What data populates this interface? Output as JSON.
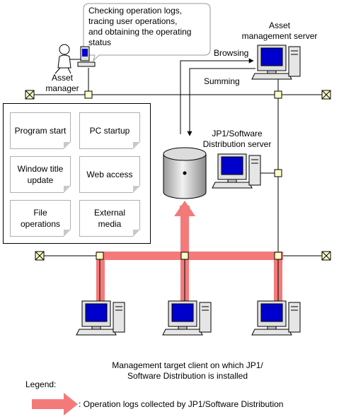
{
  "callout_text": [
    "Checking operation logs,",
    "tracing user operations,",
    "and obtaining the operating",
    "status"
  ],
  "asset_manager_label": [
    "Asset",
    "manager"
  ],
  "asset_server_label": [
    "Asset",
    "management server"
  ],
  "browsing_label": "Browsing",
  "summing_label": "Summing",
  "dist_server_label": [
    "JP1/Software",
    "Distribution server"
  ],
  "log_types": {
    "program_start": "Program start",
    "pc_startup": "PC startup",
    "window_title": [
      "Window title",
      "update"
    ],
    "web_access": "Web access",
    "file_operations": [
      "File",
      "operations"
    ],
    "external_media": [
      "External",
      "media"
    ]
  },
  "client_caption": [
    "Management target client on which JP1/",
    "Software Distribution is installed"
  ],
  "legend": {
    "title": "Legend:",
    "arrow_desc": ": Operation logs collected by JP1/Software Distribution"
  },
  "colors": {
    "log_flow": "#f47a7a",
    "node_fill": "#ffffc8",
    "screen": "#0000cc",
    "doc_border": "#b0b0b0"
  }
}
